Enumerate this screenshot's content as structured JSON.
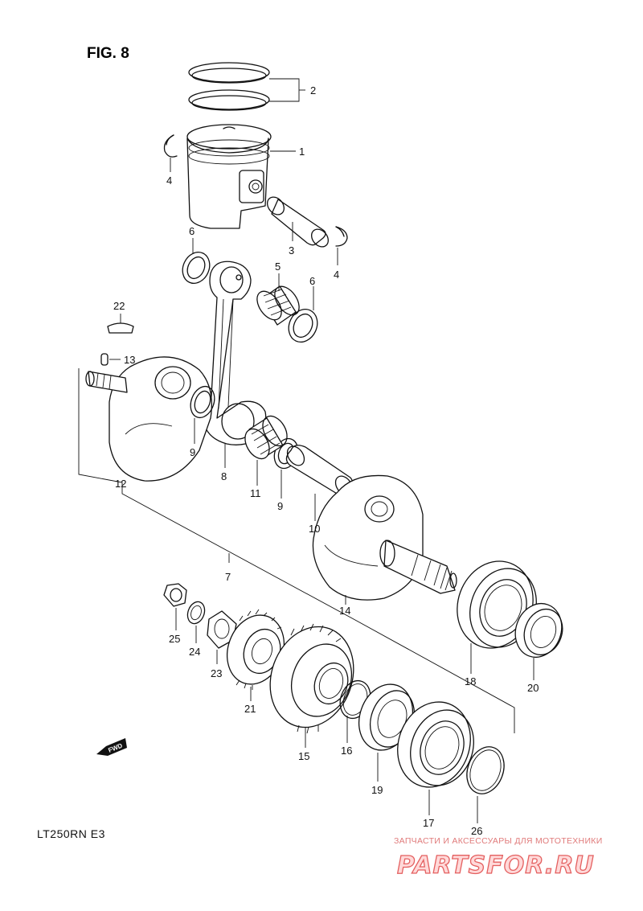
{
  "figure": {
    "title": "FIG. 8",
    "model": "LT250RN  E3"
  },
  "callouts": [
    {
      "id": "c1",
      "label": "1"
    },
    {
      "id": "c2",
      "label": "2"
    },
    {
      "id": "c3",
      "label": "3"
    },
    {
      "id": "c4a",
      "label": "4"
    },
    {
      "id": "c4b",
      "label": "4"
    },
    {
      "id": "c5",
      "label": "5"
    },
    {
      "id": "c6a",
      "label": "6"
    },
    {
      "id": "c6b",
      "label": "6"
    },
    {
      "id": "c7",
      "label": "7"
    },
    {
      "id": "c8",
      "label": "8"
    },
    {
      "id": "c9a",
      "label": "9"
    },
    {
      "id": "c9b",
      "label": "9"
    },
    {
      "id": "c10",
      "label": "10"
    },
    {
      "id": "c11",
      "label": "11"
    },
    {
      "id": "c12",
      "label": "12"
    },
    {
      "id": "c13",
      "label": "13"
    },
    {
      "id": "c14",
      "label": "14"
    },
    {
      "id": "c15",
      "label": "15"
    },
    {
      "id": "c16",
      "label": "16"
    },
    {
      "id": "c17",
      "label": "17"
    },
    {
      "id": "c18",
      "label": "18"
    },
    {
      "id": "c19",
      "label": "19"
    },
    {
      "id": "c20",
      "label": "20"
    },
    {
      "id": "c21",
      "label": "21"
    },
    {
      "id": "c22",
      "label": "22"
    },
    {
      "id": "c23",
      "label": "23"
    },
    {
      "id": "c24",
      "label": "24"
    },
    {
      "id": "c25",
      "label": "25"
    },
    {
      "id": "c26",
      "label": "26"
    }
  ],
  "fwd_marker": "FWD",
  "watermark": {
    "tagline": "ЗАПЧАСТИ И АКСЕССУАРЫ ДЛЯ МОТОТЕХНИКИ",
    "site": "PARTSFOR.RU"
  }
}
